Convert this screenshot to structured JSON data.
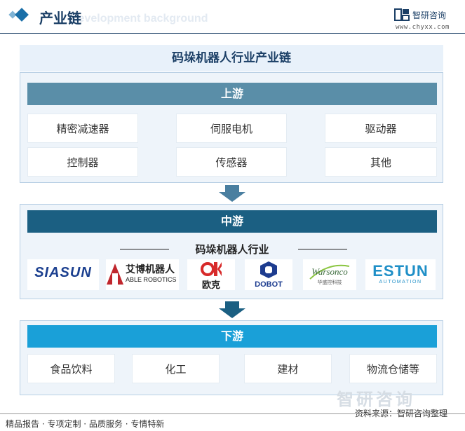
{
  "header": {
    "title": "产业链",
    "ghost_text": "Development background",
    "brand": "智研咨询",
    "url": "www.chyxx.com"
  },
  "main_title": "码垛机器人行业产业链",
  "upstream": {
    "label": "上游",
    "items": [
      "精密减速器",
      "伺服电机",
      "驱动器",
      "控制器",
      "传感器",
      "其他"
    ]
  },
  "midstream": {
    "label": "中游",
    "industry": "码垛机器人行业",
    "logos": [
      {
        "name": "siasun",
        "text": "SIASUN",
        "color": "#1b3f8f"
      },
      {
        "name": "able-robotics",
        "cn": "艾博机器人",
        "en": "ABLE ROBOTICS",
        "color": "#c0262d"
      },
      {
        "name": "okay",
        "text": "OK",
        "cn": "欧克",
        "color": "#d72a2a"
      },
      {
        "name": "dobot",
        "text": "DOBOT",
        "color": "#1d3c8f"
      },
      {
        "name": "warsonco",
        "text": "Warsonco",
        "cn": "华盛控科技",
        "color": "#3a8a3a"
      },
      {
        "name": "estun",
        "text": "ESTUN",
        "sub": "AUTOMATION",
        "color": "#1f8fc7"
      }
    ]
  },
  "downstream": {
    "label": "下游",
    "items": [
      "食品饮料",
      "化工",
      "建材",
      "物流仓储等"
    ]
  },
  "footer": {
    "left": "精品报告 · 专项定制 · 品质服务 · 专情特新",
    "source": "资料来源：智研咨询整理",
    "watermark": "智研咨询"
  },
  "colors": {
    "upstream_bar": "#5a8ea8",
    "midstream_bar": "#1b5f82",
    "downstream_bar": "#1aa0d8",
    "title_text": "#1b3f66"
  }
}
